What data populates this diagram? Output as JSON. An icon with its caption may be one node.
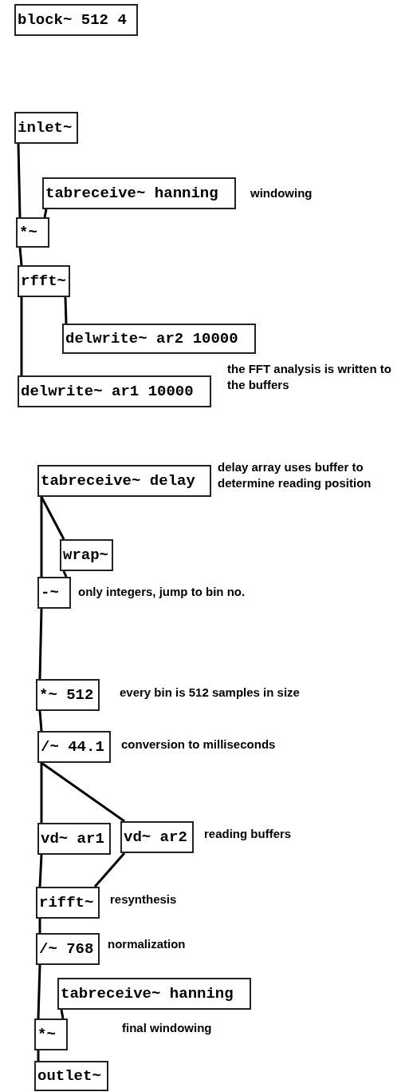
{
  "diagram": {
    "nodes": [
      {
        "text": [
          "block~ 512 4"
        ]
      },
      {
        "text": [
          "inlet~"
        ]
      },
      {
        "text": [
          "tabreceive~ hanning"
        ]
      },
      {
        "text": [
          "*~"
        ]
      },
      {
        "text": [
          "rfft~"
        ]
      },
      {
        "text": [
          "delwrite~ ar2 10000"
        ]
      },
      {
        "text": [
          "delwrite~ ar1 10000"
        ]
      },
      {
        "text": [
          "tabreceive~ delay"
        ]
      },
      {
        "text": [
          "wrap~"
        ]
      },
      {
        "text": [
          "-~"
        ]
      },
      {
        "text": [
          "*~ 512"
        ]
      },
      {
        "text": [
          "/~ 44.1"
        ]
      },
      {
        "text": [
          "vd~ ar1"
        ]
      },
      {
        "text": [
          "vd~ ar2"
        ]
      },
      {
        "text": [
          "rifft~"
        ]
      },
      {
        "text": [
          "/~ 768"
        ]
      },
      {
        "text": [
          "tabreceive~ hanning"
        ]
      },
      {
        "text": [
          "*~"
        ]
      },
      {
        "text": [
          "outlet~"
        ]
      }
    ],
    "edges": [
      {
        "from": 1,
        "to": 3,
        "arrow": "none"
      },
      {
        "from": 2,
        "to": 3,
        "arrow": "none"
      },
      {
        "from": 3,
        "to": 4,
        "arrow": "none"
      },
      {
        "from": 4,
        "to": 5,
        "arrow": "none"
      },
      {
        "from": 4,
        "to": 6,
        "arrow": "none"
      },
      {
        "from": 7,
        "to": 8,
        "arrow": "none"
      },
      {
        "from": 7,
        "to": 9,
        "arrow": "none"
      },
      {
        "from": 8,
        "to": 9,
        "arrow": "none"
      },
      {
        "from": 9,
        "to": 10,
        "arrow": "none"
      },
      {
        "from": 10,
        "to": 11,
        "arrow": "none"
      },
      {
        "from": 11,
        "to": 12,
        "arrow": "none"
      },
      {
        "from": 11,
        "to": 13,
        "arrow": "none"
      },
      {
        "from": 12,
        "to": 14,
        "arrow": "none"
      },
      {
        "from": 13,
        "to": 14,
        "arrow": "none"
      },
      {
        "from": 14,
        "to": 15,
        "arrow": "none"
      },
      {
        "from": 15,
        "to": 17,
        "arrow": "none"
      },
      {
        "from": 16,
        "to": 17,
        "arrow": "none"
      },
      {
        "from": 17,
        "to": 18,
        "arrow": "none"
      }
    ],
    "labels": [
      "windowing",
      "the FFT analysis is written to the buffers",
      "delay array uses buffer to determine reading position",
      "only integers, jump to bin no.",
      "every bin is 512 samples in size",
      "conversion to milliseconds",
      "reading buffers",
      "resynthesis",
      "normalization",
      "final windowing"
    ]
  }
}
